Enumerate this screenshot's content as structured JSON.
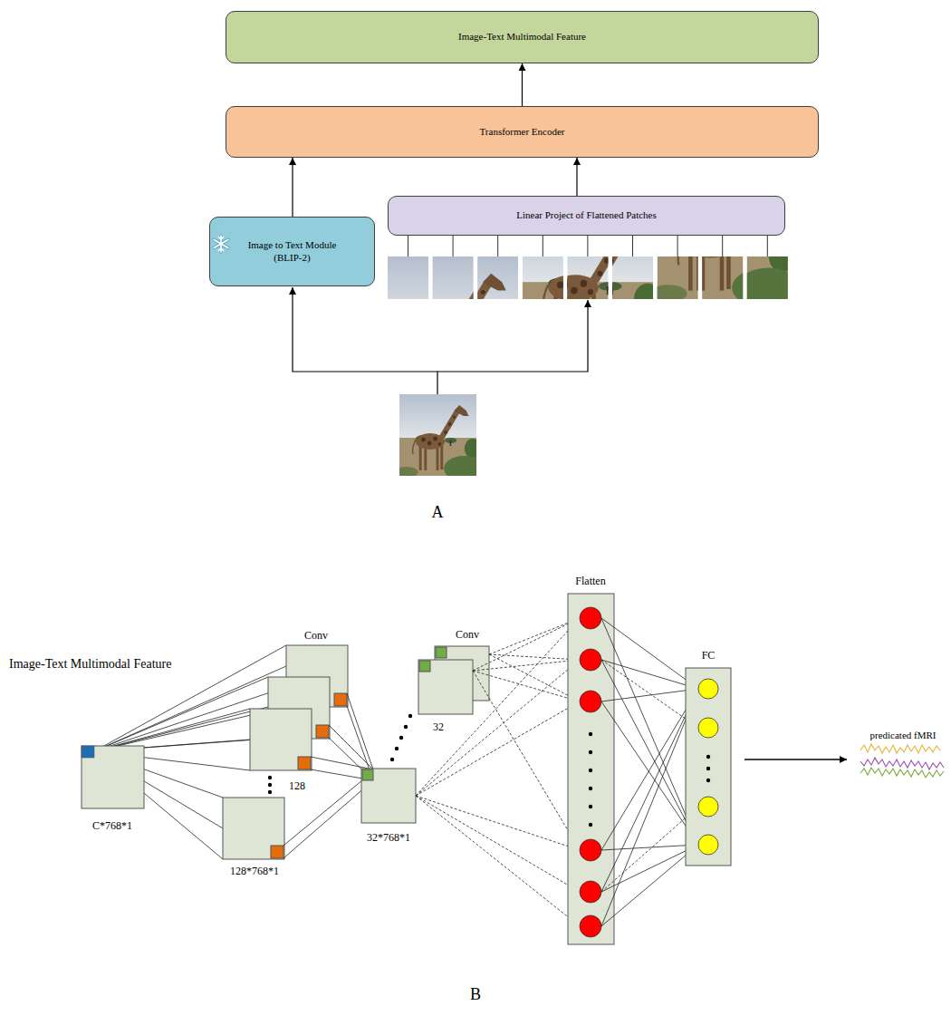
{
  "diagram": {
    "nodes": [
      {
        "text": [
          "Image-Text Multimodal Feature"
        ]
      },
      {
        "text": [
          "Transformer Encoder"
        ]
      },
      {
        "text": [
          "Image to Text Module (BLIP-2)"
        ]
      },
      {
        "text": [
          "Linear Project of Flattened Patches"
        ]
      }
    ],
    "edges": [
      {
        "from": 2,
        "to": 1,
        "arrow": "to"
      },
      {
        "from": 3,
        "to": 1,
        "arrow": "to"
      },
      {
        "from": 1,
        "to": 0,
        "arrow": "to"
      }
    ],
    "labels": [
      "A",
      "Image-Text Multimodal Feature",
      "Conv",
      "C*768*1",
      "128",
      "128*768*1",
      "Conv",
      "32",
      "32*768*1",
      "Flatten",
      "FC",
      "predicated fMRI",
      "B"
    ]
  }
}
